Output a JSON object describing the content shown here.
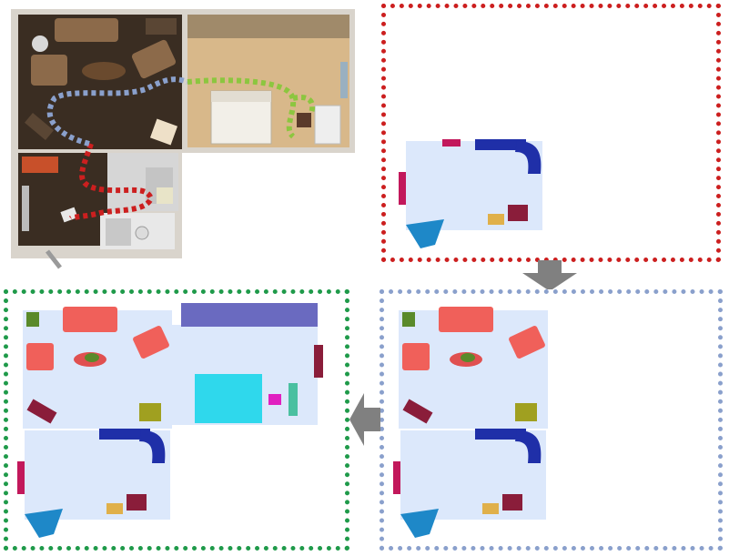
{
  "figure": {
    "floor_plan": {
      "paths": [
        {
          "color": "#cc1f1f",
          "style": "dotted"
        },
        {
          "color": "#8aa0cc",
          "style": "dotted"
        },
        {
          "color": "#8cc63f",
          "style": "dotted"
        }
      ]
    },
    "maps": [
      {
        "frame_color": "#cc1f1f",
        "stage": 1
      },
      {
        "frame_color": "#8aa0cc",
        "stage": 2
      },
      {
        "frame_color": "#1f9a4a",
        "stage": 3
      }
    ],
    "arrows": [
      {
        "direction": "down",
        "color": "#808080"
      },
      {
        "direction": "left",
        "color": "#808080"
      }
    ],
    "object_colors": {
      "floor": "#dce8fb",
      "sofa": "#f0605a",
      "kitchen_counter": "#1f2fa8",
      "bed": "#2fd8ec",
      "dresser": "#6a6ac0",
      "cabinet": "#c2185b",
      "stairs": "#1e88c8",
      "chair": "#8a1d3a",
      "plant": "#5a8a2a",
      "table": "#e0b04a"
    }
  }
}
